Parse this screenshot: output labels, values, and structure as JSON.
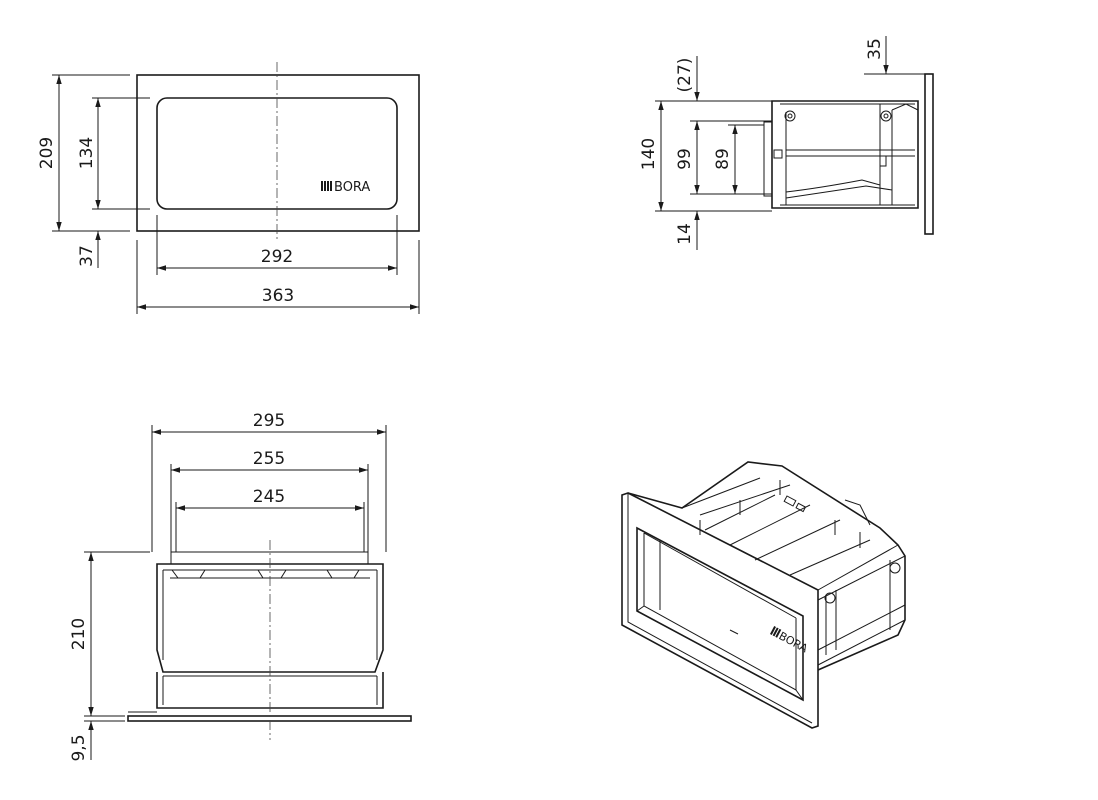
{
  "colors": {
    "line": "#1a1a1a",
    "background": "#ffffff"
  },
  "front_view": {
    "logo_text": "BORA",
    "dims": {
      "height_total": "209",
      "height_inner": "134",
      "bottom_offset": "37",
      "width_inner": "292",
      "width_total": "363"
    }
  },
  "side_view": {
    "dims": {
      "top_offset": "(27)",
      "depth_face": "35",
      "height_total": "140",
      "height_opening": "99",
      "height_inner": "89",
      "bottom_offset": "14"
    }
  },
  "top_view": {
    "dims": {
      "width_outer": "295",
      "width_mid": "255",
      "width_inner": "245",
      "depth": "210",
      "frame": "9,5"
    }
  },
  "iso_view": {
    "logo_text": "BORA"
  }
}
